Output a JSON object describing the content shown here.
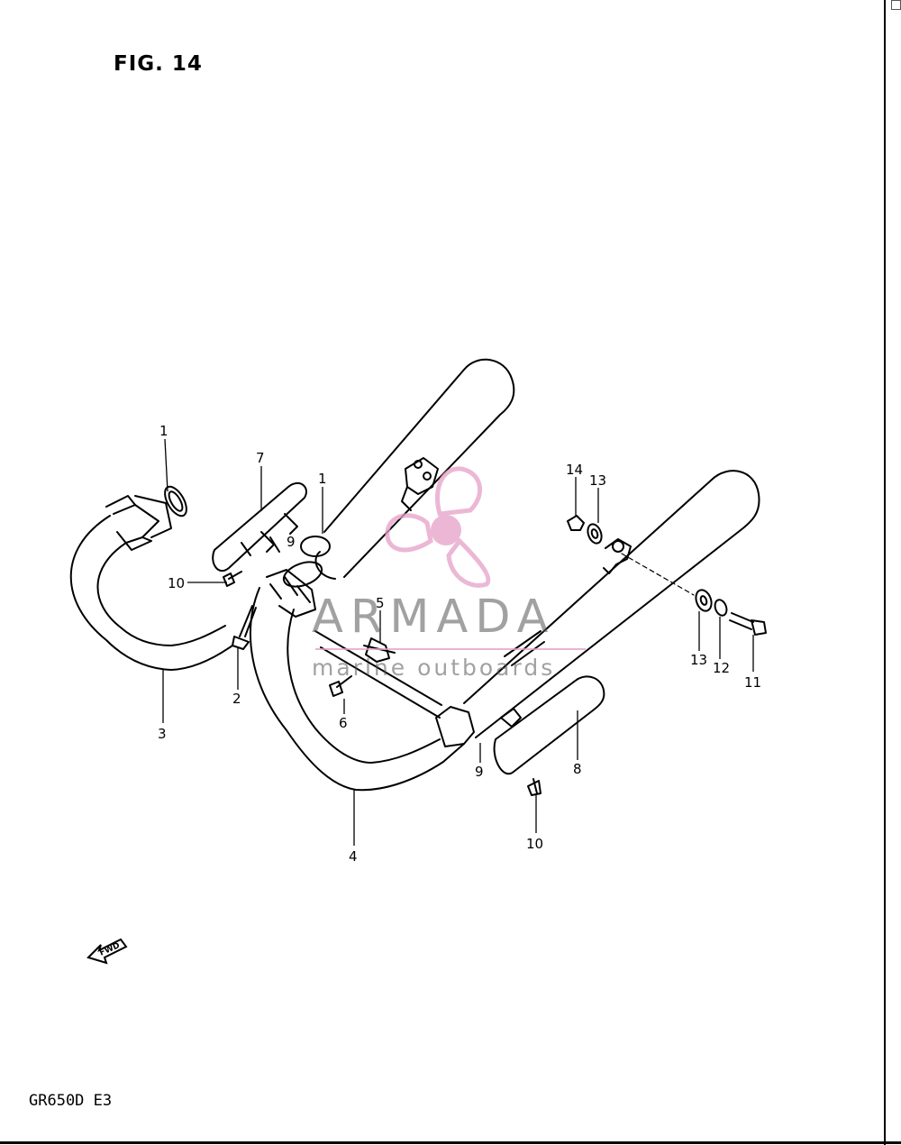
{
  "figure": {
    "title": "FIG. 14"
  },
  "footer": {
    "model_code": "GR650D E3"
  },
  "fwd_arrow": {
    "label": "FWD",
    "icon": "forward-arrow-icon"
  },
  "watermark": {
    "brand": "ARMADA",
    "tagline": "marine outboards",
    "logo_icon": "propeller-logo-icon",
    "color": "#e6a0c8"
  },
  "callouts": [
    {
      "id": "c1a",
      "label": "1"
    },
    {
      "id": "c1b",
      "label": "1"
    },
    {
      "id": "c2",
      "label": "2"
    },
    {
      "id": "c3",
      "label": "3"
    },
    {
      "id": "c4",
      "label": "4"
    },
    {
      "id": "c5",
      "label": "5"
    },
    {
      "id": "c6",
      "label": "6"
    },
    {
      "id": "c7",
      "label": "7"
    },
    {
      "id": "c8",
      "label": "8"
    },
    {
      "id": "c9a",
      "label": "9"
    },
    {
      "id": "c9b",
      "label": "9"
    },
    {
      "id": "c10a",
      "label": "10"
    },
    {
      "id": "c10b",
      "label": "10"
    },
    {
      "id": "c11",
      "label": "11"
    },
    {
      "id": "c12",
      "label": "12"
    },
    {
      "id": "c13a",
      "label": "13"
    },
    {
      "id": "c13b",
      "label": "13"
    },
    {
      "id": "c14",
      "label": "14"
    }
  ]
}
